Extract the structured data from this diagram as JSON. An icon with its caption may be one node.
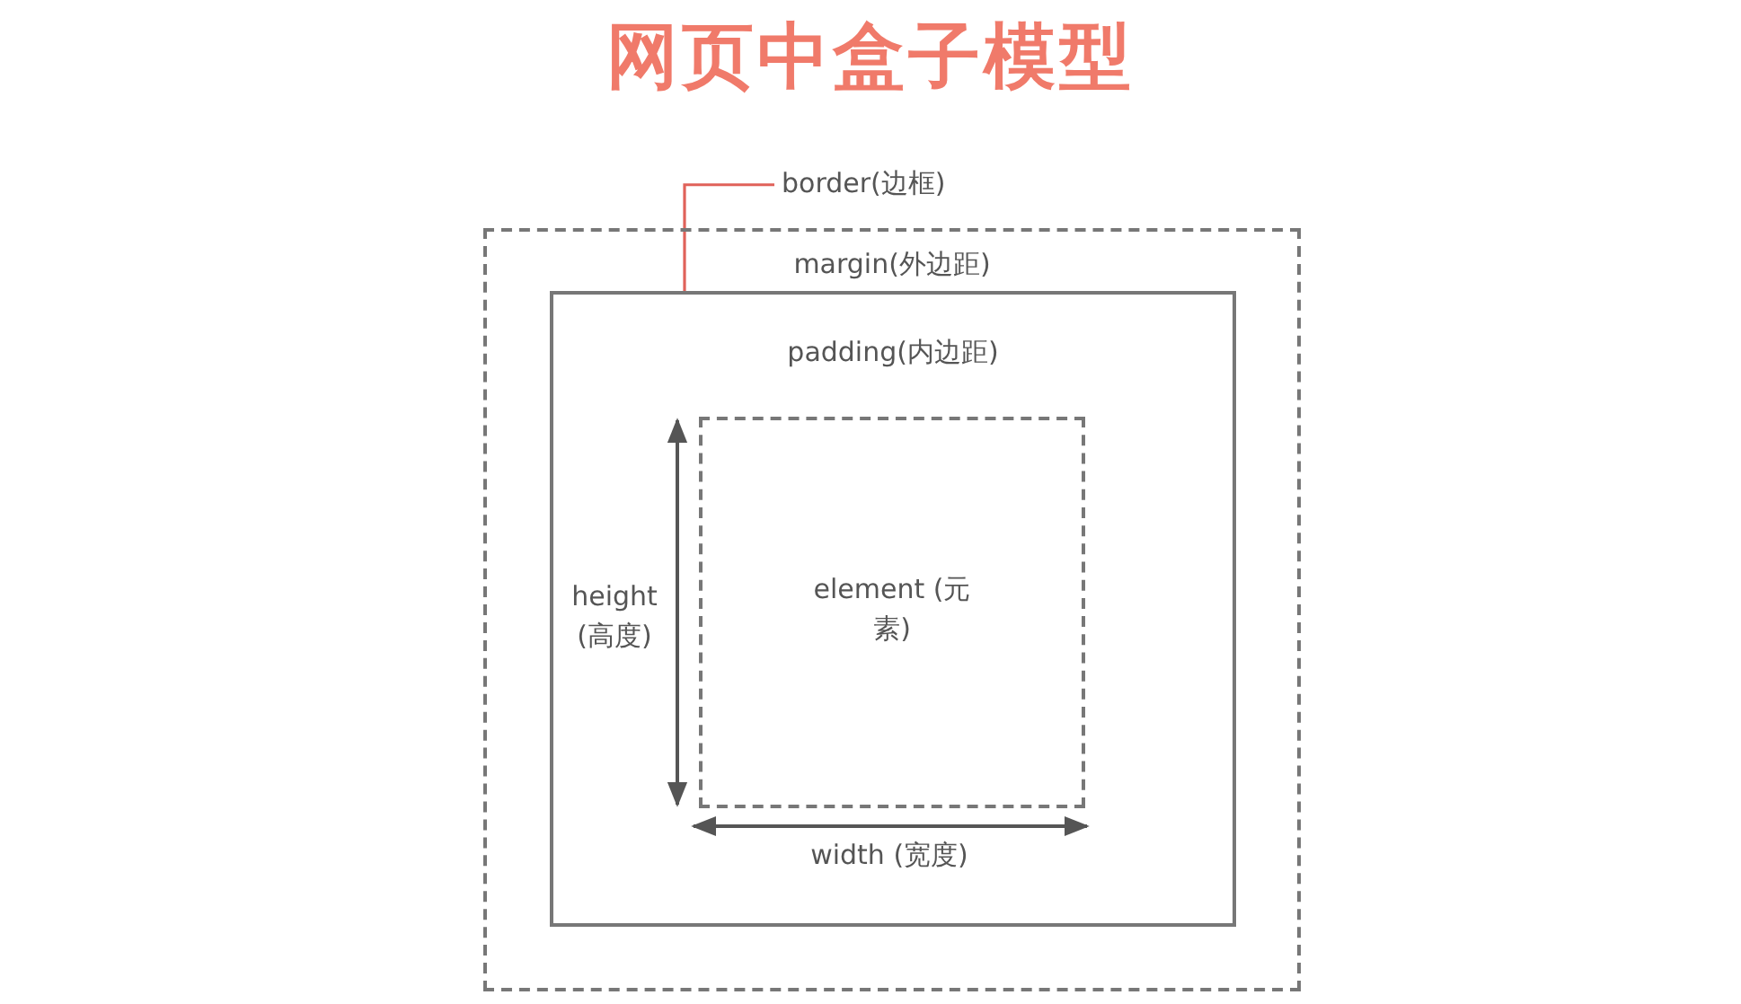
{
  "diagram": {
    "title": "网页中盒子模型",
    "nodes": [
      {
        "text": [
          "margin(外边距)"
        ]
      },
      {
        "text": [
          "padding(内边距)"
        ],
        "in": 0
      },
      {
        "text": [
          "element (元素)"
        ],
        "in": 1
      },
      {
        "text": [
          "border(边框)"
        ]
      }
    ],
    "edges": [
      {
        "from": 3,
        "to": 1,
        "arrow": "none",
        "color": "#e0625a"
      }
    ],
    "labels": [
      "height (高度)",
      "width (宽度)"
    ]
  }
}
